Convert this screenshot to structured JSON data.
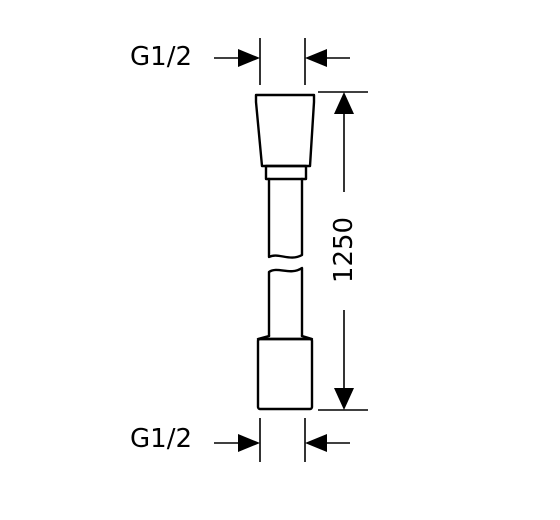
{
  "dimensions": {
    "top_thread": "G1/2",
    "bottom_thread": "G1/2",
    "overall_length": "1250"
  },
  "colors": {
    "line": "#000000",
    "background": "#ffffff"
  }
}
